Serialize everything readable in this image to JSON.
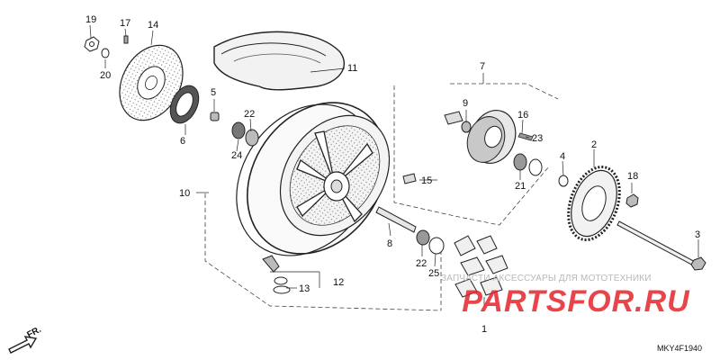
{
  "diagram_code": "MKY4F1940",
  "orientation_label": "FR.",
  "watermark": {
    "caption": "ЗАПЧАСТИ АКСЕССУАРЫ ДЛЯ МОТОТЕХНИКИ",
    "logo_text": "PARTSFOR.RU",
    "color": "#e5232a"
  },
  "callouts": [
    {
      "id": "c1",
      "text": "1"
    },
    {
      "id": "c2",
      "text": "2"
    },
    {
      "id": "c3",
      "text": "3"
    },
    {
      "id": "c4",
      "text": "4"
    },
    {
      "id": "c5",
      "text": "5"
    },
    {
      "id": "c6",
      "text": "6"
    },
    {
      "id": "c7",
      "text": "7"
    },
    {
      "id": "c8",
      "text": "8"
    },
    {
      "id": "c9",
      "text": "9"
    },
    {
      "id": "c10",
      "text": "10"
    },
    {
      "id": "c11",
      "text": "11"
    },
    {
      "id": "c12",
      "text": "12"
    },
    {
      "id": "c13",
      "text": "13"
    },
    {
      "id": "c14",
      "text": "14"
    },
    {
      "id": "c15",
      "text": "15"
    },
    {
      "id": "c16",
      "text": "16"
    },
    {
      "id": "c17",
      "text": "17"
    },
    {
      "id": "c18",
      "text": "18"
    },
    {
      "id": "c19",
      "text": "19"
    },
    {
      "id": "c20",
      "text": "20"
    },
    {
      "id": "c21",
      "text": "21"
    },
    {
      "id": "c22a",
      "text": "22"
    },
    {
      "id": "c22b",
      "text": "22"
    },
    {
      "id": "c23",
      "text": "23"
    },
    {
      "id": "c24",
      "text": "24"
    },
    {
      "id": "c25",
      "text": "25"
    }
  ]
}
